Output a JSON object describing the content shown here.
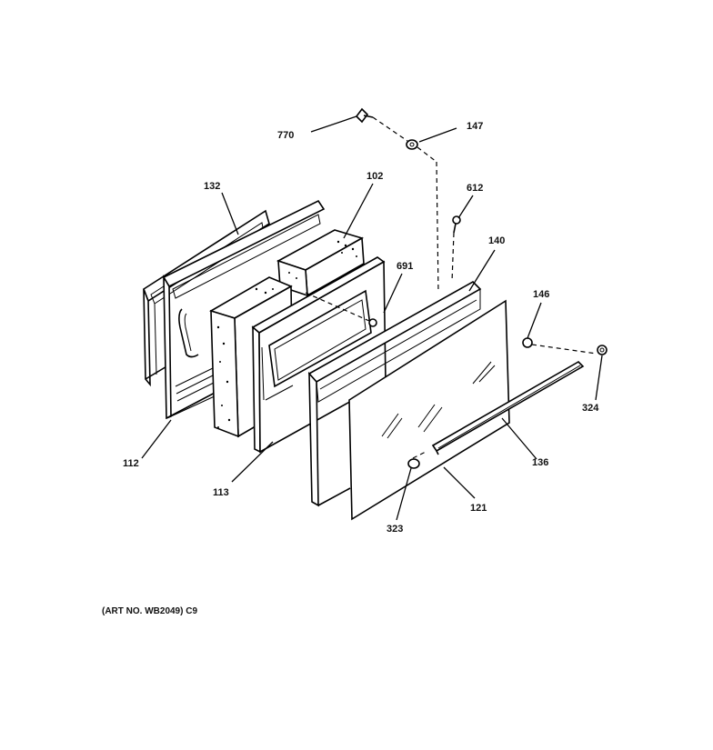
{
  "diagram": {
    "art_number": "(ART NO. WB2049) C9",
    "parts": [
      {
        "id": "p770",
        "label": "770"
      },
      {
        "id": "p147",
        "label": "147"
      },
      {
        "id": "p132",
        "label": "132"
      },
      {
        "id": "p102",
        "label": "102"
      },
      {
        "id": "p612",
        "label": "612"
      },
      {
        "id": "p140",
        "label": "140"
      },
      {
        "id": "p691",
        "label": "691"
      },
      {
        "id": "p146",
        "label": "146"
      },
      {
        "id": "p324",
        "label": "324"
      },
      {
        "id": "p112",
        "label": "112"
      },
      {
        "id": "p113",
        "label": "113"
      },
      {
        "id": "p136",
        "label": "136"
      },
      {
        "id": "p121",
        "label": "121"
      },
      {
        "id": "p323",
        "label": "323"
      }
    ]
  }
}
